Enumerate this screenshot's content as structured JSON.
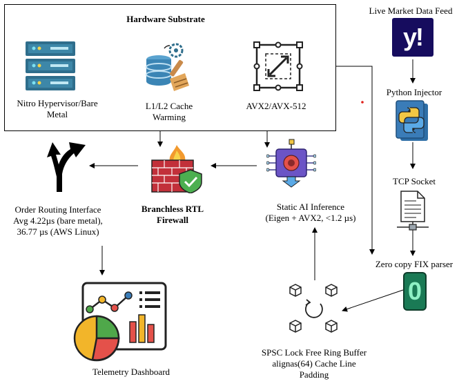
{
  "substrate": {
    "title": "Hardware Substrate",
    "items": [
      {
        "label": "Nitro Hypervisor/Bare Metal",
        "icon": "server-rack-icon"
      },
      {
        "label": "L1/L2 Cache Warming",
        "icon": "database-brush-icon"
      },
      {
        "label": "AVX2/AVX-512",
        "icon": "vector-resize-icon"
      }
    ]
  },
  "pipeline": {
    "live_feed": {
      "label": "Live Market Data Feed",
      "icon": "yahoo-logo-icon",
      "logo_text": "y!"
    },
    "python_injector": {
      "label": "Python Injector",
      "icon": "python-logo-icon"
    },
    "tcp_socket": {
      "label": "TCP Socket",
      "icon": "network-file-icon"
    },
    "fix_parser": {
      "label": "Zero copy FIX parser",
      "icon": "zero-block-icon",
      "glyph": "0"
    },
    "ring_buffer": {
      "line1": "SPSC Lock Free Ring Buffer",
      "line2": "alignas(64) Cache Line",
      "line3": "Padding",
      "icon": "cube-cycle-icon"
    },
    "inference": {
      "line1": "Static AI Inference",
      "line2": "(Eigen + AVX2, <1.2 µs)",
      "icon": "ai-chip-icon"
    },
    "firewall": {
      "line1": "Branchless RTL",
      "line2": "Firewall",
      "icon": "firewall-shield-icon"
    },
    "routing": {
      "line1": "Order Routing Interface",
      "line2": "Avg 4.22µs  (bare metal),",
      "line3": "36.77 µs (AWS Linux)",
      "icon": "split-route-arrow-icon"
    },
    "telemetry": {
      "label": "Telemetry Dashboard",
      "icon": "dashboard-charts-icon"
    }
  },
  "colors": {
    "yahoo_bg": "#160c5e",
    "server_blue": "#2f6e8c",
    "firewall_red": "#c2303a",
    "shield_green": "#4caf50",
    "chip_purple": "#6b54c6",
    "python_blue": "#3a7cb8",
    "python_yellow": "#f2c744",
    "fix_green": "#3bbf8a",
    "pie_yellow": "#f2b52a",
    "pie_red": "#e4514a",
    "pie_green": "#4fa84a",
    "accent_dot": "#e0201b"
  }
}
